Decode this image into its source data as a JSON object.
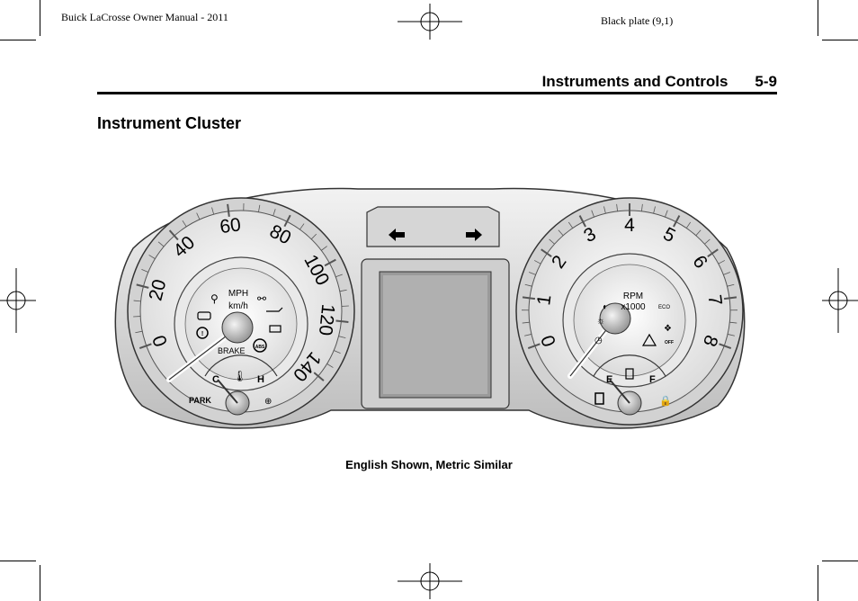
{
  "header": {
    "manual_title": "Buick LaCrosse Owner Manual - 2011",
    "plate": "Black plate (9,1)"
  },
  "section": {
    "name": "Instruments and Controls",
    "page_number": "5-9"
  },
  "page_title": "Instrument Cluster",
  "figure": {
    "speedo_ticks": [
      "0",
      "20",
      "40",
      "60",
      "80",
      "100",
      "120",
      "140"
    ],
    "speedo_units_top": "MPH",
    "speedo_units_bottom": "km/h",
    "tacho_ticks": [
      "0",
      "1",
      "2",
      "3",
      "4",
      "5",
      "6",
      "7",
      "8"
    ],
    "tacho_units_top": "RPM",
    "tacho_units_bottom": "x1000",
    "temp_cold": "C",
    "temp_hot": "H",
    "fuel_empty": "E",
    "fuel_full": "F",
    "park_label": "PARK",
    "brake_label": "BRAKE",
    "abs_label": "ABS",
    "eco_label": "ECO",
    "off_label": "OFF"
  },
  "caption": "English Shown, Metric Similar"
}
